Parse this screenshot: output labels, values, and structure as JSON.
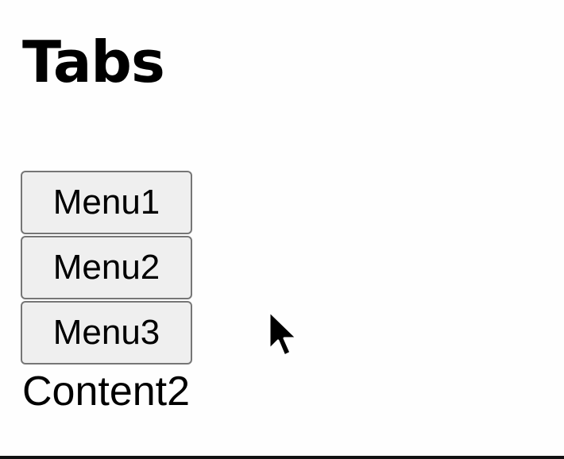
{
  "page": {
    "title": "Tabs"
  },
  "tabs": [
    {
      "label": "Menu1"
    },
    {
      "label": "Menu2"
    },
    {
      "label": "Menu3"
    }
  ],
  "content": {
    "text": "Content2"
  },
  "icons": {
    "pointer": "mouse-pointer-icon"
  }
}
